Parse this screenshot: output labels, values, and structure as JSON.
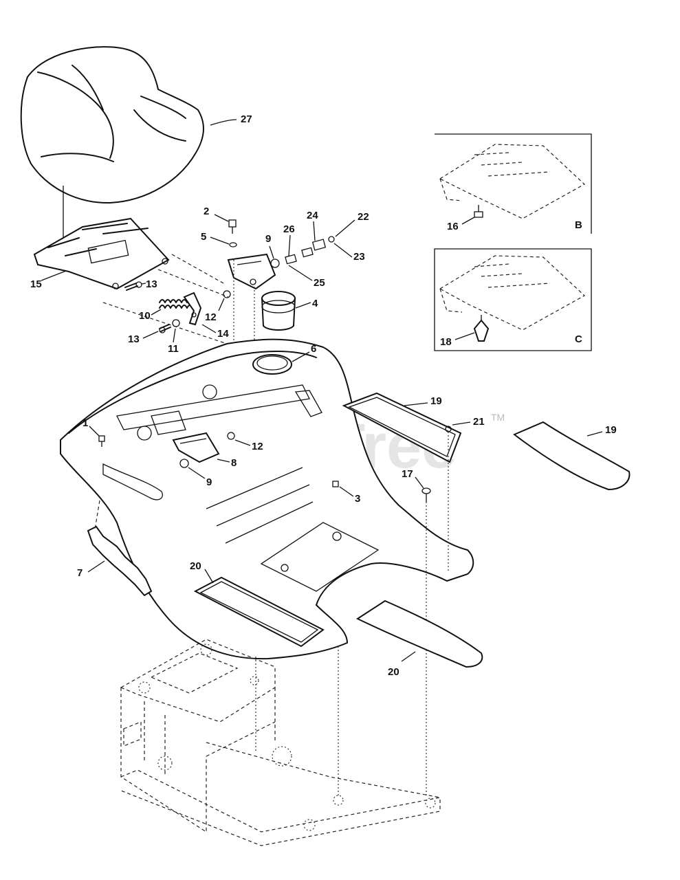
{
  "watermark": {
    "text": "PartsTree",
    "trademark": "TM"
  },
  "insets": [
    {
      "id": "B",
      "label": "B"
    },
    {
      "id": "C",
      "label": "C"
    }
  ],
  "callouts": {
    "c27": "27",
    "c2": "2",
    "c5": "5",
    "c9a": "9",
    "c26": "26",
    "c24": "24",
    "c22": "22",
    "c23": "23",
    "c25": "25",
    "c4": "4",
    "c15": "15",
    "c13a": "13",
    "c10": "10",
    "c12a": "12",
    "c14": "14",
    "c13b": "13",
    "c11": "11",
    "c6": "6",
    "c16": "16",
    "c18": "18",
    "c19a": "19",
    "c21": "21",
    "c19b": "19",
    "c1": "1",
    "c12b": "12",
    "c8": "8",
    "c9b": "9",
    "c3": "3",
    "c17": "17",
    "c7": "7",
    "c20a": "20",
    "c20b": "20"
  }
}
